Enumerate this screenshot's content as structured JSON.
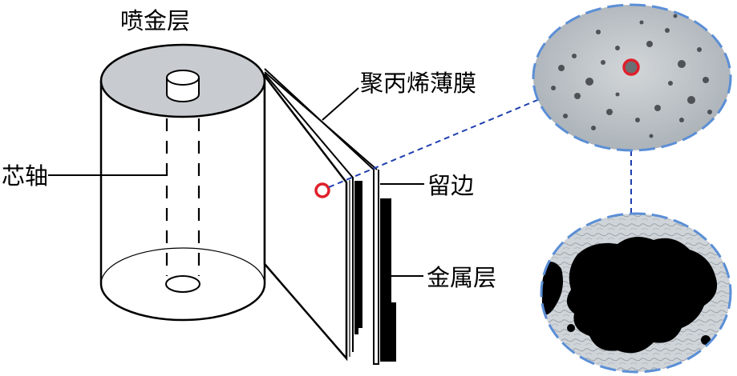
{
  "labels": {
    "spray_layer": "喷金层",
    "core_shaft": "芯轴",
    "polypropylene_film": "聚丙烯薄膜",
    "margin": "留边",
    "metal_layer": "金属层"
  },
  "colors": {
    "top_face": "#c8ccd0",
    "marker": "#e0202a",
    "dashed_link": "#1f3fb0",
    "circle_border": "#5b8fd6",
    "metal_black": "#000000",
    "film_gray": "#d8d8d8",
    "micro_top_bg": "#b9bfc4",
    "micro_bottom_bg": "#c9ced4"
  },
  "icons": {
    "defect_marker": "red-ring-icon"
  }
}
